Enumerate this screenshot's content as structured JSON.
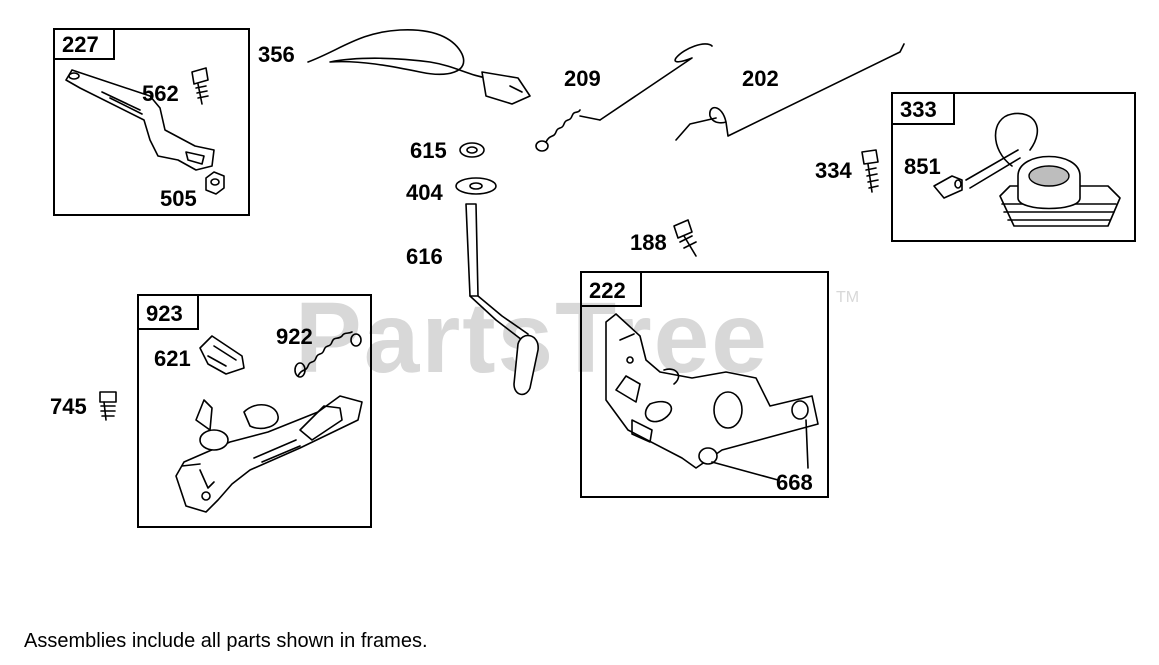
{
  "watermark": {
    "text": "PartsTree",
    "trademark": "TM"
  },
  "assemblies": [
    {
      "id": "227"
    },
    {
      "id": "923"
    },
    {
      "id": "222"
    },
    {
      "id": "333"
    }
  ],
  "parts": [
    {
      "number": "562"
    },
    {
      "number": "505"
    },
    {
      "number": "356"
    },
    {
      "number": "209"
    },
    {
      "number": "202"
    },
    {
      "number": "615"
    },
    {
      "number": "404"
    },
    {
      "number": "616"
    },
    {
      "number": "188"
    },
    {
      "number": "334"
    },
    {
      "number": "851"
    },
    {
      "number": "621"
    },
    {
      "number": "922"
    },
    {
      "number": "745"
    },
    {
      "number": "668"
    }
  ],
  "footer_note": "Assemblies include all parts shown in frames."
}
